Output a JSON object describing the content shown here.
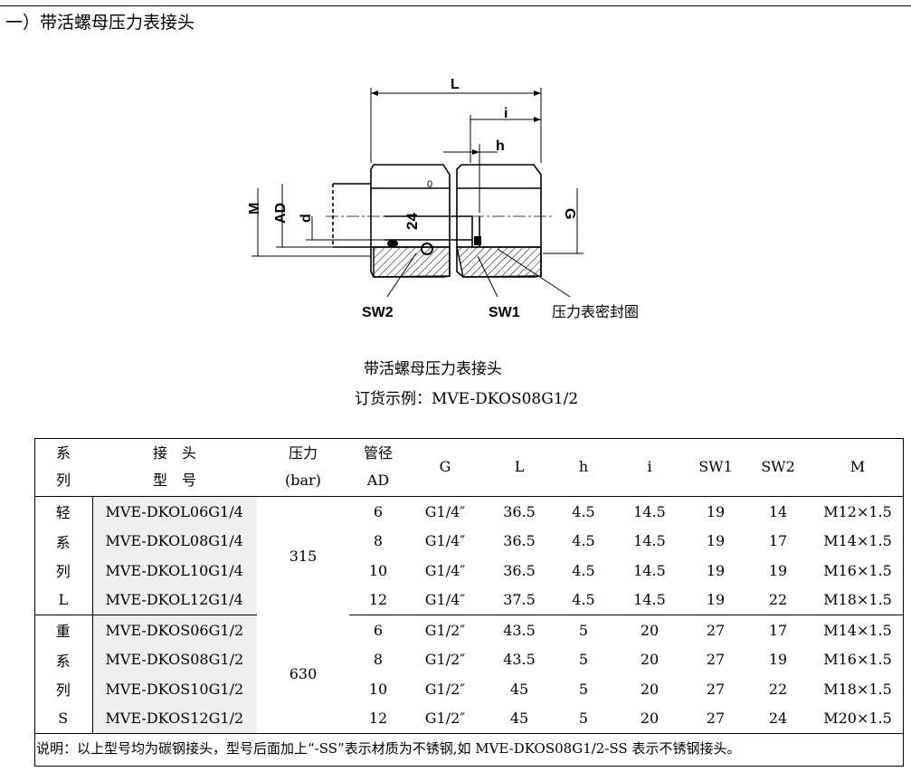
{
  "section_title": "一）带活螺母压力表接头",
  "drawing": {
    "labels": {
      "L": "L",
      "i": "i",
      "h": "h",
      "M": "M",
      "AD": "AD",
      "d": "d",
      "G": "G",
      "angle": "24",
      "zero": "0",
      "sw2": "SW2",
      "sw1": "SW1",
      "seal": "压力表密封圈"
    }
  },
  "caption": {
    "title": "带活螺母压力表接头",
    "order_example": "订货示例：MVE-DKOS08G1/2"
  },
  "table": {
    "headers": {
      "series": [
        "系",
        "列"
      ],
      "model": [
        "接　头",
        "型　号"
      ],
      "pressure": [
        "压力",
        "(bar)"
      ],
      "ad": [
        "管径",
        "AD"
      ],
      "g": "G",
      "l": "L",
      "h": "h",
      "i": "i",
      "sw1": "SW1",
      "sw2": "SW2",
      "m": "M"
    },
    "groups": [
      {
        "series_chars": [
          "轻",
          "系",
          "列",
          "L"
        ],
        "pressure": "315",
        "rows": [
          {
            "model": "MVE-DKOL06G1/4",
            "ad": "6",
            "g": "G1/4″",
            "l": "36.5",
            "h": "4.5",
            "i": "14.5",
            "sw1": "19",
            "sw2": "14",
            "m": "M12×1.5"
          },
          {
            "model": "MVE-DKOL08G1/4",
            "ad": "8",
            "g": "G1/4″",
            "l": "36.5",
            "h": "4.5",
            "i": "14.5",
            "sw1": "19",
            "sw2": "17",
            "m": "M14×1.5"
          },
          {
            "model": "MVE-DKOL10G1/4",
            "ad": "10",
            "g": "G1/4″",
            "l": "36.5",
            "h": "4.5",
            "i": "14.5",
            "sw1": "19",
            "sw2": "19",
            "m": "M16×1.5"
          },
          {
            "model": "MVE-DKOL12G1/4",
            "ad": "12",
            "g": "G1/4″",
            "l": "37.5",
            "h": "4.5",
            "i": "14.5",
            "sw1": "19",
            "sw2": "22",
            "m": "M18×1.5"
          }
        ]
      },
      {
        "series_chars": [
          "重",
          "系",
          "列",
          "S"
        ],
        "pressure": "630",
        "rows": [
          {
            "model": "MVE-DKOS06G1/2",
            "ad": "6",
            "g": "G1/2″",
            "l": "43.5",
            "h": "5",
            "i": "20",
            "sw1": "27",
            "sw2": "17",
            "m": "M14×1.5"
          },
          {
            "model": "MVE-DKOS08G1/2",
            "ad": "8",
            "g": "G1/2″",
            "l": "43.5",
            "h": "5",
            "i": "20",
            "sw1": "27",
            "sw2": "19",
            "m": "M16×1.5"
          },
          {
            "model": "MVE-DKOS10G1/2",
            "ad": "10",
            "g": "G1/2″",
            "l": "45",
            "h": "5",
            "i": "20",
            "sw1": "27",
            "sw2": "22",
            "m": "M18×1.5"
          },
          {
            "model": "MVE-DKOS12G1/2",
            "ad": "12",
            "g": "G1/2″",
            "l": "45",
            "h": "5",
            "i": "20",
            "sw1": "27",
            "sw2": "24",
            "m": "M20×1.5"
          }
        ]
      }
    ],
    "note": "说明：以上型号均为碳钢接头，型号后面加上“-SS”表示材质为不锈钢,如 MVE-DKOS08G1/2-SS 表示不锈钢接头。"
  }
}
